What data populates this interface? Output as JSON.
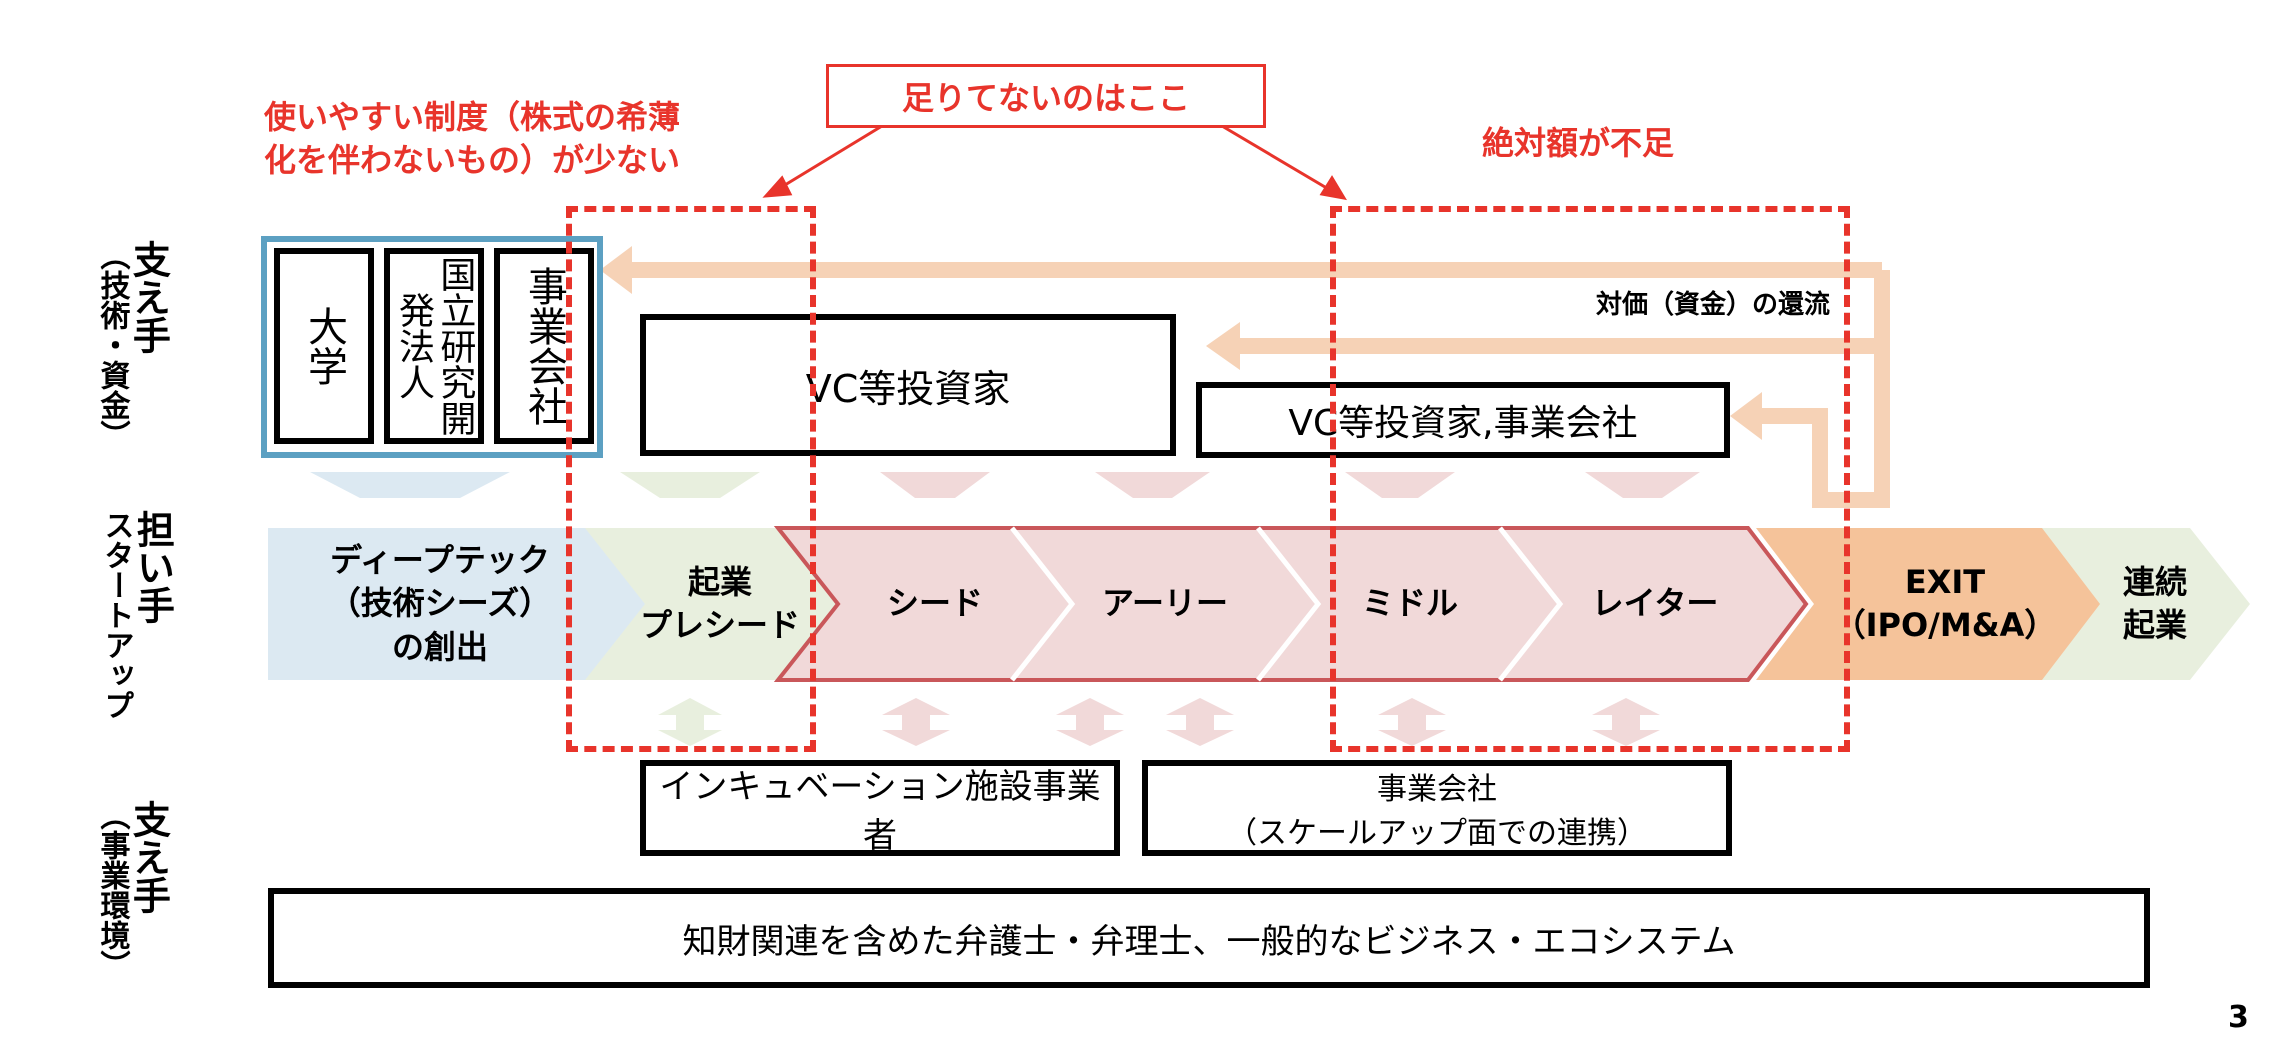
{
  "annotations": {
    "top_left": [
      "使いやすい制度（株式の希薄",
      "化を伴わないもの）が少ない"
    ],
    "top_center": "足りてないのはここ",
    "top_right": "絶対額が不足"
  },
  "side_labels": {
    "supporter_tech": {
      "main": "支え手",
      "sub": "（技術・資金）"
    },
    "player": {
      "main": "担い手",
      "sub": "スタートアップ"
    },
    "supporter_biz": {
      "main": "支え手",
      "sub": "（事業環境）"
    }
  },
  "supporters_top": {
    "university": "大学",
    "national_institute": "国立研究開発法人",
    "company": "事業会社",
    "vc": "VC等投資家",
    "vc_company": "VC等投資家,事業会社",
    "return_flow": "対価（資金）の還流"
  },
  "stages": [
    {
      "line1": "ディープテック",
      "line2": "（技術シーズ）",
      "line3": "の創出"
    },
    {
      "line1": "起業",
      "line2": "プレシード"
    },
    {
      "line1": "シード"
    },
    {
      "line1": "アーリー"
    },
    {
      "line1": "ミドル"
    },
    {
      "line1": "レイター"
    },
    {
      "line1": "EXIT",
      "line2": "（IPO/M&A）"
    },
    {
      "line1": "連続",
      "line2": "起業"
    }
  ],
  "supporters_bottom": {
    "incubation": "インキュベーション施設事業者",
    "company_title": "事業会社",
    "company_sub": "（スケールアップ面での連携）",
    "ecosystem": "知財関連を含めた弁護士・弁理士、一般的なビジネス・エコシステム"
  },
  "page_number": "3",
  "colors": {
    "accent_red": "#e8342b",
    "peach": "#f6d2b6",
    "ideation_blue": "#dce9f2",
    "preseed_green": "#e8efde",
    "growth_pink": "#f1d9d9",
    "exit_orange": "#f5c39a"
  }
}
